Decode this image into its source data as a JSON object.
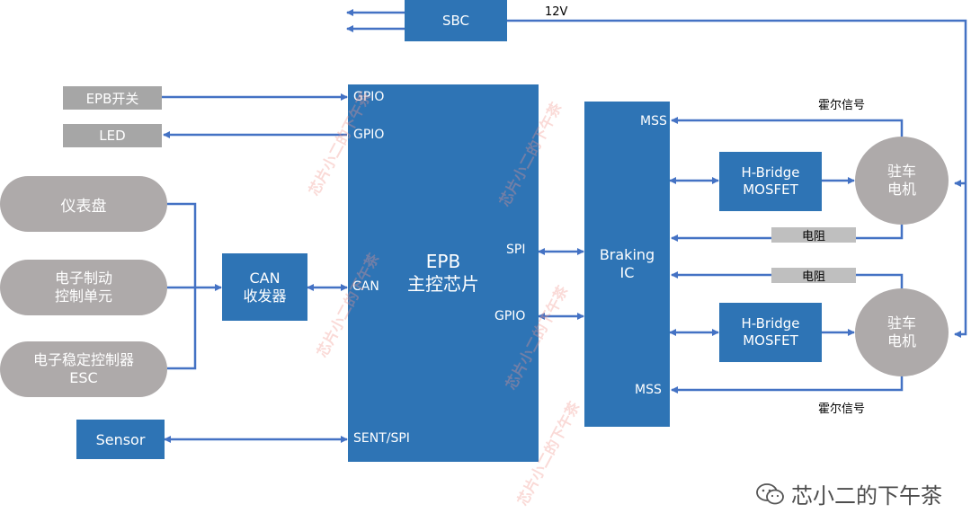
{
  "sbc": "SBC",
  "v12": "12V",
  "epb_switch": "EPB开关",
  "led": "LED",
  "gpio1": "GPIO",
  "gpio2": "GPIO",
  "gpio3": "GPIO",
  "dashboard": "仪表盘",
  "ebcu_line1": "电子制动",
  "ebcu_line2": "控制单元",
  "esc_line1": "电子稳定控制器",
  "esc_line2": "ESC",
  "can_tx_line1": "CAN",
  "can_tx_line2": "收发器",
  "can_label": "CAN",
  "sensor": "Sensor",
  "sent_spi": "SENT/SPI",
  "epb_main_line1": "EPB",
  "epb_main_line2": "主控芯片",
  "spi": "SPI",
  "braking_line1": "Braking",
  "braking_line2": "IC",
  "mss_top": "MSS",
  "mss_bottom": "MSS",
  "hbridge_top_line1": "H-Bridge",
  "hbridge_top_line2": "MOSFET",
  "hbridge_bot_line1": "H-Bridge",
  "hbridge_bot_line2": "MOSFET",
  "motor_top_line1": "驻车",
  "motor_top_line2": "电机",
  "motor_bot_line1": "驻车",
  "motor_bot_line2": "电机",
  "hall_top": "霍尔信号",
  "hall_bottom": "霍尔信号",
  "resistor_top": "电阻",
  "resistor_bottom": "电阻",
  "watermark": "芯片小二的下午茶",
  "footer_text": "芯小二的下午茶",
  "colors": {
    "block_blue": "#2e74b5",
    "wire_blue": "#4472c4",
    "gray_block": "#a6a6a6",
    "pill_gray": "#aeaaaa"
  }
}
